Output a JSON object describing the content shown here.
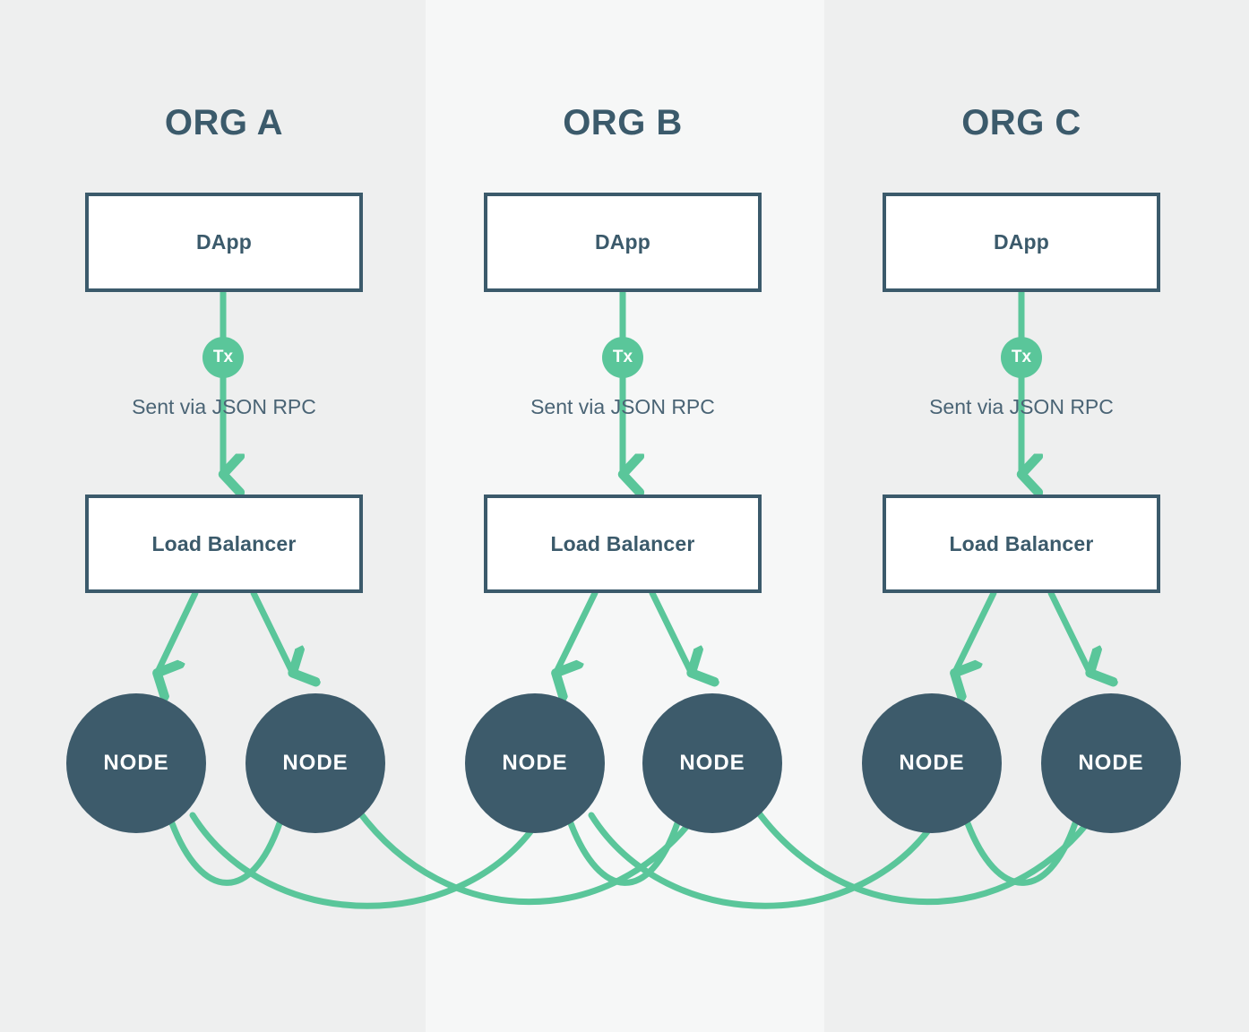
{
  "diagram": {
    "title": "Multi-organization blockchain node topology",
    "colors": {
      "green": "#5ac69a",
      "dark_slate": "#3b5a6b",
      "node_fill": "#3d5b6b",
      "band_light": "#eeefef",
      "band_lighter": "#f6f7f7",
      "box_fill": "#ffffff"
    },
    "columns": [
      {
        "id": "org-a",
        "title": "ORG A",
        "dapp_label": "DApp",
        "tx_badge_label": "Tx",
        "rpc_label": "Sent via JSON RPC",
        "load_balancer_label": "Load Balancer",
        "nodes": [
          {
            "label": "NODE"
          },
          {
            "label": "NODE"
          }
        ]
      },
      {
        "id": "org-b",
        "title": "ORG B",
        "dapp_label": "DApp",
        "tx_badge_label": "Tx",
        "rpc_label": "Sent via JSON RPC",
        "load_balancer_label": "Load Balancer",
        "nodes": [
          {
            "label": "NODE"
          },
          {
            "label": "NODE"
          }
        ]
      },
      {
        "id": "org-c",
        "title": "ORG C",
        "dapp_label": "DApp",
        "tx_badge_label": "Tx",
        "rpc_label": "Sent via JSON RPC",
        "load_balancer_label": "Load Balancer",
        "nodes": [
          {
            "label": "NODE"
          },
          {
            "label": "NODE"
          }
        ]
      }
    ]
  }
}
